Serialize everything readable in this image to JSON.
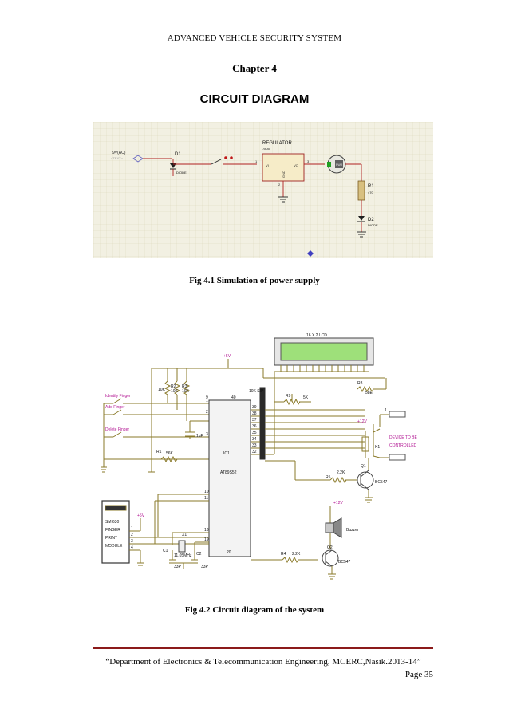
{
  "header": {
    "running_title": "ADVANCED VEHICLE SECURITY SYSTEM"
  },
  "chapter": {
    "label": "Chapter 4",
    "title": "CIRCUIT DIAGRAM"
  },
  "figure1": {
    "caption": "Fig 4.1 Simulation of power supply",
    "labels": {
      "input": "9V(AC)",
      "text_tag": "<TEXT>",
      "d1": "D1",
      "d1_part": "DIODE",
      "regulator": "REGULATOR",
      "reg_part": "7805",
      "pin_in": "1",
      "pin_vi": "VI",
      "pin_vo": "VO",
      "pin_out": "3",
      "pin_gnd": "GND",
      "pin_gnd_num": "2",
      "lamp": "PWR",
      "r1": "R1",
      "r1_val": "470",
      "d2": "D2",
      "d2_part": "DIODE"
    }
  },
  "figure2": {
    "caption": "Fig 4.2 Circuit diagram of the system",
    "labels": {
      "lcd": "16 X 2 LCD",
      "vcc": "+5V",
      "r10k": "10K",
      "r2": "R2",
      "r3": "R3",
      "r2_val": "10K",
      "r3_val": "10K",
      "sip": "10K SIP",
      "r5k": "5K",
      "r8": "R8",
      "r8_val": "58E",
      "r9": "R9",
      "identify": "Identify Finger",
      "add": "Add Finger",
      "delete": "Delete Finger",
      "cap": "1uF",
      "r1": "R1",
      "r1_val": "56K",
      "ic_label": "IC1",
      "ic_part": "AT89S52",
      "plus12": "+12V",
      "device1": "DEVICE TO BE",
      "device2": "CONTROLLED",
      "relay_pin": "1",
      "relay": "K1",
      "q1": "Q1",
      "q1_part": "BC547",
      "r5": "R5",
      "r5_val": "2.2K",
      "buzzer": "Buzzer",
      "q2": "Q2",
      "q2_part": "BC547",
      "r4": "R4",
      "r4_val": "2.2K",
      "module1": "SM 630",
      "module2": "FINGER",
      "module3": "PRINT",
      "module4": "MODULE",
      "mod_vcc": "+5V",
      "x1": "X1",
      "xtal": "11.05MHz",
      "c1": "C1",
      "c2": "C2",
      "c_val": "33P",
      "p9": "9",
      "p40": "40",
      "p39": "39",
      "p38": "38",
      "p37": "37",
      "p36": "36",
      "p35": "35",
      "p34": "34",
      "p33": "33",
      "p32": "32",
      "p10": "10",
      "p11": "11",
      "p18": "18",
      "p19": "19",
      "p20": "20",
      "p1": "1",
      "p2": "2",
      "p3": "3",
      "m1": "1",
      "m2": "2",
      "m3": "3",
      "m4": "4"
    }
  },
  "footer": {
    "department": "“Department of Electronics & Telecommunication Engineering, MCERC,Nasik.2013-14”",
    "page": "Page 35"
  }
}
